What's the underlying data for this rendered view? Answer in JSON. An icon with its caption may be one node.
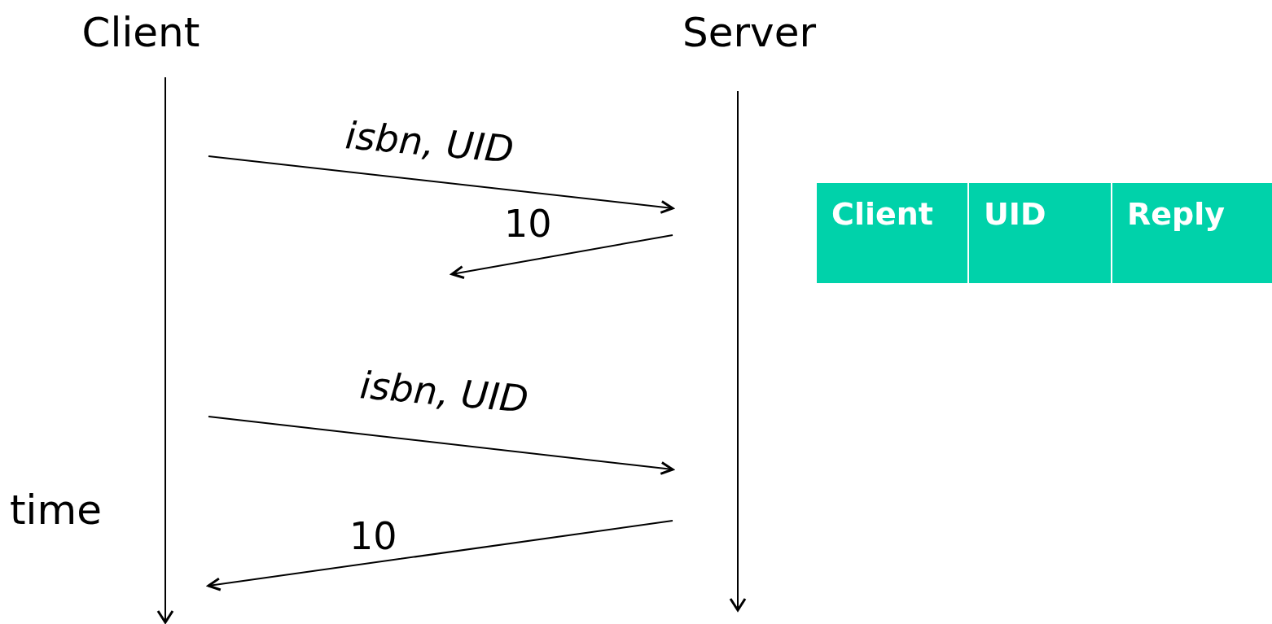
{
  "diagram": {
    "nodes": [
      {
        "text": [
          "Client"
        ]
      },
      {
        "text": [
          "Server"
        ]
      }
    ],
    "edges": [
      {
        "from": 0,
        "to": 1,
        "arrow": "to",
        "label": "isbn, UID"
      },
      {
        "from": 1,
        "to": null,
        "arrow": "to",
        "label": "10"
      },
      {
        "from": 0,
        "to": 1,
        "arrow": "to",
        "label": "isbn, UID"
      },
      {
        "from": 1,
        "to": 0,
        "arrow": "to",
        "label": "10"
      }
    ],
    "labels": [
      "time",
      "Client",
      "UID",
      "Reply"
    ]
  }
}
